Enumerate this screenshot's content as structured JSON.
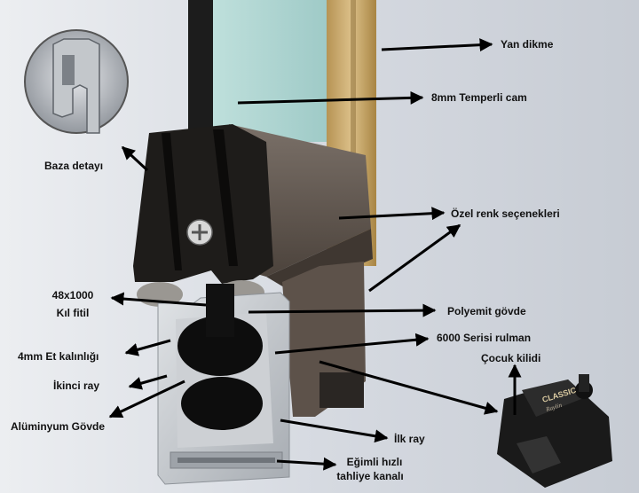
{
  "labels": {
    "yan_dikme": "Yan dikme",
    "temperli_cam": "8mm Temperli cam",
    "baza_detayi": "Baza detayı",
    "ozel_renk": "Özel renk seçenekleri",
    "kil_fitil_line1": "48x1000",
    "kil_fitil_line2": "Kıl fitil",
    "polyemit_govde": "Polyemit gövde",
    "rulman": "6000 Serisi rulman",
    "et_kalinligi": "4mm Et kalınlığı",
    "cocuk_kilidi": "Çocuk kilidi",
    "ikinci_ray": "İkinci ray",
    "aluminyum_govde": "Alüminyum Gövde",
    "ilk_ray": "İlk ray",
    "tahliye_line1": "Eğimli hızlı",
    "tahliye_line2": "tahliye kanalı"
  },
  "lock_logo": {
    "brand": "CLASSIC",
    "sub": "Raylin"
  },
  "colors": {
    "background": "#d9dde4",
    "glass": "#a9d3d0",
    "wood_frame": "#c9ad72",
    "cap_black": "#1d1b19",
    "profile_brown": "#5b5148",
    "aluminium": "#c4c8cc",
    "arrow": "#000000"
  }
}
